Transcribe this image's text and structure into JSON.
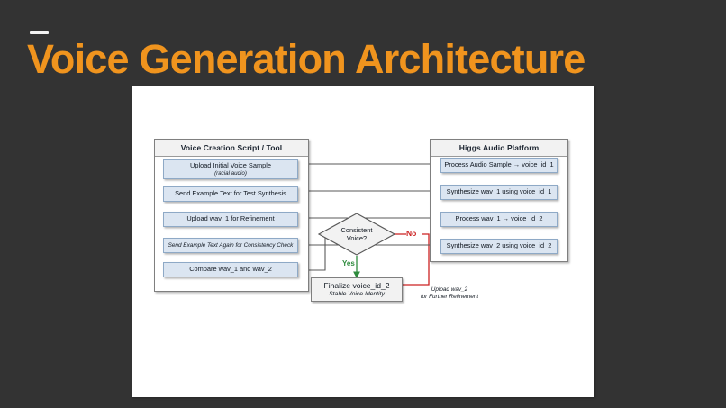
{
  "slide": {
    "title": "Voice Generation Architecture",
    "accent_color": "#F0941E",
    "background_color": "#333333",
    "canvas_color": "#FFFFFF"
  },
  "diagram": {
    "left_panel": {
      "header": "Voice Creation Script / Tool",
      "steps": [
        {
          "label": "Upload Initial Voice Sample",
          "sub": "(racial audio)"
        },
        {
          "label": "Send Example Text for Test Synthesis",
          "sub": ""
        },
        {
          "label": "Upload wav_1 for Refinement",
          "sub": ""
        },
        {
          "label": "Send Example Text Again for Consistency Check",
          "sub": ""
        },
        {
          "label": "Compare wav_1 and wav_2",
          "sub": ""
        }
      ]
    },
    "right_panel": {
      "header": "Higgs Audio Platform",
      "steps": [
        {
          "label": "Process Audio Sample → voice_id_1"
        },
        {
          "label": "Synthesize wav_1 using voice_id_1"
        },
        {
          "label": "Process wav_1 → voice_id_2"
        },
        {
          "label": "Synthesize wav_2 using voice_id_2"
        }
      ]
    },
    "decision": {
      "line1": "Consistent",
      "line2": "Voice?",
      "yes_label": "Yes",
      "no_label": "No",
      "yes_color": "#2E8B3D",
      "no_color": "#CC2222"
    },
    "terminal": {
      "label": "Finalize voice_id_2",
      "sub": "Stable Voice Identity"
    },
    "annotation": {
      "line1": "Upload wav_2",
      "line2": "for Further Refinement"
    },
    "colors": {
      "process_fill": "#DBE5F1",
      "process_stroke": "#8EA9C6",
      "panel_header_fill": "#F2F2F2",
      "panel_stroke": "#7F7F7F",
      "connector": "#595959"
    }
  }
}
